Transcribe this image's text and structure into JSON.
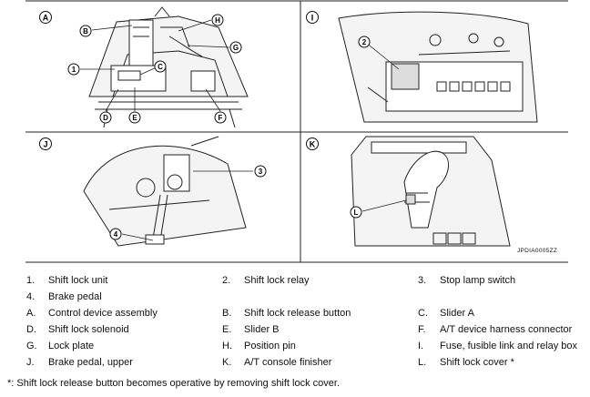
{
  "panels": [
    {
      "id": "A"
    },
    {
      "id": "I"
    },
    {
      "id": "J"
    },
    {
      "id": "K"
    }
  ],
  "callouts": {
    "A": [
      "B",
      "H",
      "G",
      "1",
      "C",
      "D",
      "E",
      "F"
    ],
    "I": [
      "2"
    ],
    "J": [
      "3",
      "4"
    ],
    "K": [
      "L"
    ]
  },
  "figure_code": "JPDIA0005ZZ",
  "legend": [
    {
      "key": "1.",
      "text": "Shift lock unit"
    },
    {
      "key": "2.",
      "text": "Shift lock relay"
    },
    {
      "key": "3.",
      "text": "Stop lamp switch"
    },
    {
      "key": "4.",
      "text": "Brake pedal"
    },
    {
      "key": "A.",
      "text": "Control device assembly"
    },
    {
      "key": "B.",
      "text": "Shift lock release button"
    },
    {
      "key": "C.",
      "text": "Slider A"
    },
    {
      "key": "D.",
      "text": "Shift lock solenoid"
    },
    {
      "key": "E.",
      "text": "Slider B"
    },
    {
      "key": "F.",
      "text": "A/T device harness connector"
    },
    {
      "key": "G.",
      "text": "Lock plate"
    },
    {
      "key": "H.",
      "text": "Position pin"
    },
    {
      "key": "I.",
      "text": "Fuse, fusible link and relay box"
    },
    {
      "key": "J.",
      "text": "Brake pedal, upper"
    },
    {
      "key": "K.",
      "text": "A/T console finisher"
    },
    {
      "key": "L.",
      "text": "Shift lock cover *"
    }
  ],
  "footnote": "*: Shift lock release button becomes operative by removing shift lock cover."
}
